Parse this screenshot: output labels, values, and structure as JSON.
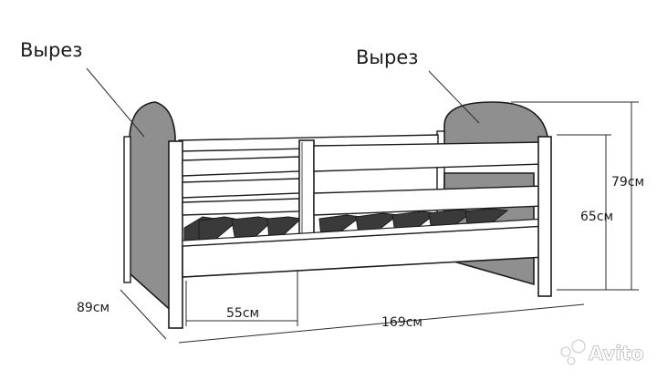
{
  "labels": {
    "cutout_left": "Вырез",
    "cutout_right": "Вырез"
  },
  "dimensions": {
    "depth": "89см",
    "opening": "55см",
    "length": "169см",
    "height_total": "79см",
    "height_side": "65см"
  },
  "watermark": {
    "text": "Avito"
  },
  "colors": {
    "outline": "#1c1c1c",
    "panel_gray": "#8f8f8f",
    "wood_white": "#ffffff",
    "slat_dark": "#3a3a3a",
    "dim_line": "#2a2a2a"
  }
}
